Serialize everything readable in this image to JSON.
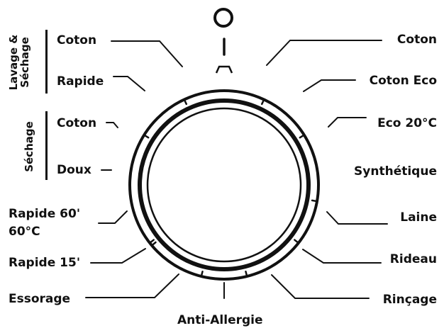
{
  "power_symbol": "O",
  "groups": {
    "wash_dry": {
      "title_line1": "Lavage &",
      "title_line2": "Séchage",
      "items": [
        "Coton",
        "Rapide"
      ]
    },
    "dry": {
      "title": "Séchage",
      "items": [
        "Coton",
        "Doux"
      ]
    }
  },
  "left_programs": [
    "Rapide 60'",
    "60°C",
    "Rapide 15'",
    "Essorage"
  ],
  "bottom_program": "Anti-Allergie",
  "right_programs": [
    "Coton",
    "Coton Eco",
    "Eco 20°C",
    "Synthétique",
    "Laine",
    "Rideau",
    "Rinçage"
  ],
  "colors": {
    "ink": "#111111",
    "background": "#ffffff"
  },
  "icons": [
    "power-icon",
    "dial-knob-icon"
  ]
}
